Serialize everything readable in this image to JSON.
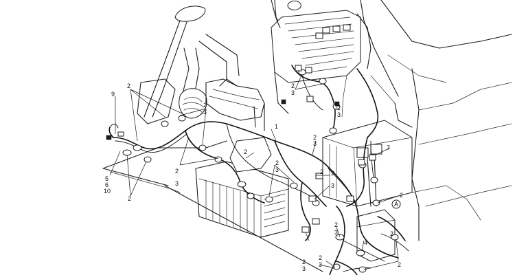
{
  "callouts": [
    {
      "id": "c9",
      "text": "9"
    },
    {
      "id": "c2a",
      "text": "2"
    },
    {
      "id": "c2b",
      "text": "2"
    },
    {
      "id": "c3b",
      "text": "3"
    },
    {
      "id": "c1",
      "text": "1"
    },
    {
      "id": "c2c",
      "text": "2"
    },
    {
      "id": "c3c",
      "text": "3"
    },
    {
      "id": "c2d",
      "text": "2"
    },
    {
      "id": "c3d",
      "text": "3"
    },
    {
      "id": "c2e",
      "text": "2"
    },
    {
      "id": "c2f",
      "text": "2"
    },
    {
      "id": "c3f",
      "text": "3"
    },
    {
      "id": "c2g",
      "text": "2"
    },
    {
      "id": "c3g",
      "text": "3"
    },
    {
      "id": "c5",
      "text": "5"
    },
    {
      "id": "c6",
      "text": "6"
    },
    {
      "id": "c10",
      "text": "10"
    },
    {
      "id": "c2h",
      "text": "2"
    },
    {
      "id": "c2i",
      "text": "2"
    },
    {
      "id": "c2j",
      "text": "2"
    },
    {
      "id": "c3j",
      "text": "3"
    },
    {
      "id": "c2k",
      "text": "2"
    },
    {
      "id": "c2l",
      "text": "2"
    },
    {
      "id": "c4",
      "text": "4"
    },
    {
      "id": "c2m",
      "text": "2"
    },
    {
      "id": "c2n",
      "text": "2"
    },
    {
      "id": "c3n",
      "text": "3"
    },
    {
      "id": "c2o",
      "text": "2"
    },
    {
      "id": "c3o",
      "text": "3"
    },
    {
      "id": "c7",
      "text": "7"
    },
    {
      "id": "c2p",
      "text": "2"
    },
    {
      "id": "c3p",
      "text": "3"
    },
    {
      "id": "c2q",
      "text": "2"
    },
    {
      "id": "c3q",
      "text": "3"
    }
  ],
  "stencil": {
    "text": "A"
  }
}
